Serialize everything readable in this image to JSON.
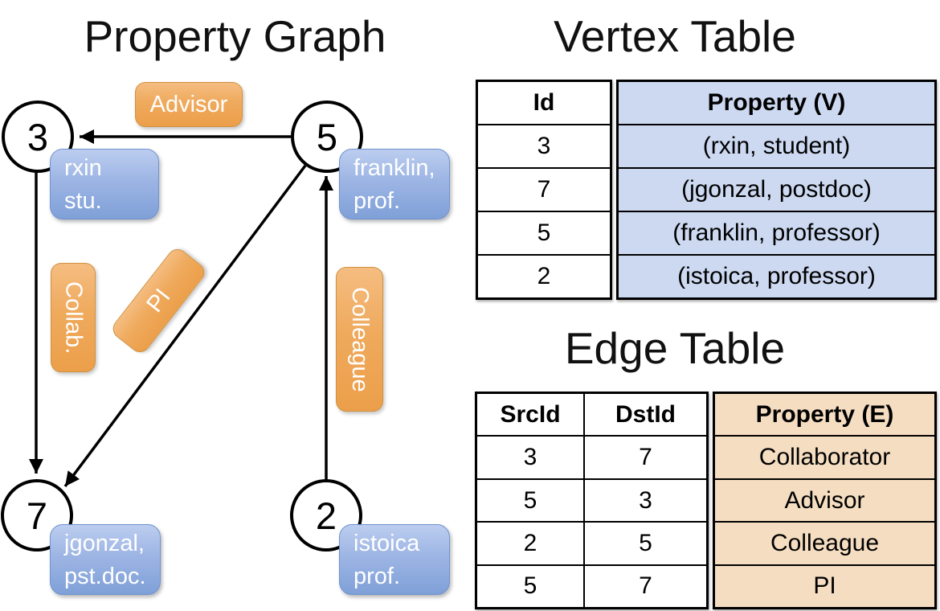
{
  "colors": {
    "orange_label_top": "#f5bd81",
    "orange_label_bottom": "#ec9f4a",
    "blue_box_top": "#bccdef",
    "blue_box_bottom": "#7fa0d8",
    "vertex_property_bg": "#ccd9f1",
    "edge_property_bg": "#f5ddc1",
    "edge_line_color": "#000000"
  },
  "graph": {
    "title": "Property Graph",
    "nodes": [
      {
        "id": "3",
        "property_lines": [
          "rxin",
          "stu."
        ]
      },
      {
        "id": "5",
        "property_lines": [
          "franklin,",
          "prof."
        ]
      },
      {
        "id": "7",
        "property_lines": [
          "jgonzal,",
          "pst.doc."
        ]
      },
      {
        "id": "2",
        "property_lines": [
          "istoica",
          "prof."
        ]
      }
    ],
    "edge_labels": {
      "advisor": "Advisor",
      "collab": "Collab.",
      "pi": "PI",
      "colleague": "Colleague"
    }
  },
  "vertex_table": {
    "title": "Vertex Table",
    "headers": {
      "id": "Id",
      "property": "Property (V)"
    },
    "rows": [
      {
        "id": "3",
        "property": "(rxin, student)"
      },
      {
        "id": "7",
        "property": "(jgonzal, postdoc)"
      },
      {
        "id": "5",
        "property": "(franklin, professor)"
      },
      {
        "id": "2",
        "property": "(istoica, professor)"
      }
    ]
  },
  "edge_table": {
    "title": "Edge Table",
    "headers": {
      "src": "SrcId",
      "dst": "DstId",
      "property": "Property (E)"
    },
    "rows": [
      {
        "src": "3",
        "dst": "7",
        "property": "Collaborator"
      },
      {
        "src": "5",
        "dst": "3",
        "property": "Advisor"
      },
      {
        "src": "2",
        "dst": "5",
        "property": "Colleague"
      },
      {
        "src": "5",
        "dst": "7",
        "property": "PI"
      }
    ]
  }
}
